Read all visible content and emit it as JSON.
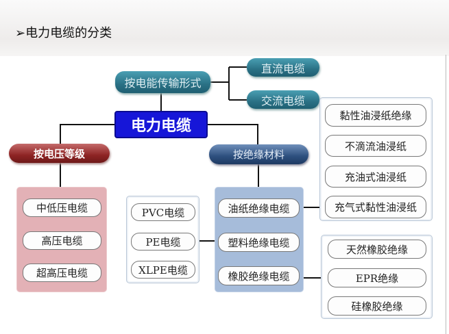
{
  "title": "➢电力电缆的分类",
  "root": "电力电缆",
  "by_transmission": {
    "label": "按电能传输形式",
    "items": [
      "直流电缆",
      "交流电缆"
    ]
  },
  "by_voltage": {
    "label": "按电压等级",
    "items": [
      "中低压电缆",
      "高压电缆",
      "超高压电缆"
    ]
  },
  "by_insulation": {
    "label": "按绝缘材料",
    "items": [
      "油纸绝缘电缆",
      "塑料绝缘电缆",
      "橡胶绝缘电缆"
    ],
    "paper_types": [
      "黏性油浸纸绝缘",
      "不滴流油浸纸",
      "充油式油浸纸",
      "充气式黏性油浸纸"
    ],
    "plastic_types": [
      "PVC电缆",
      "PE电缆",
      "XLPE电缆"
    ],
    "rubber_types": [
      "天然橡胶绝缘",
      "EPR绝缘",
      "硅橡胶绝缘"
    ]
  }
}
